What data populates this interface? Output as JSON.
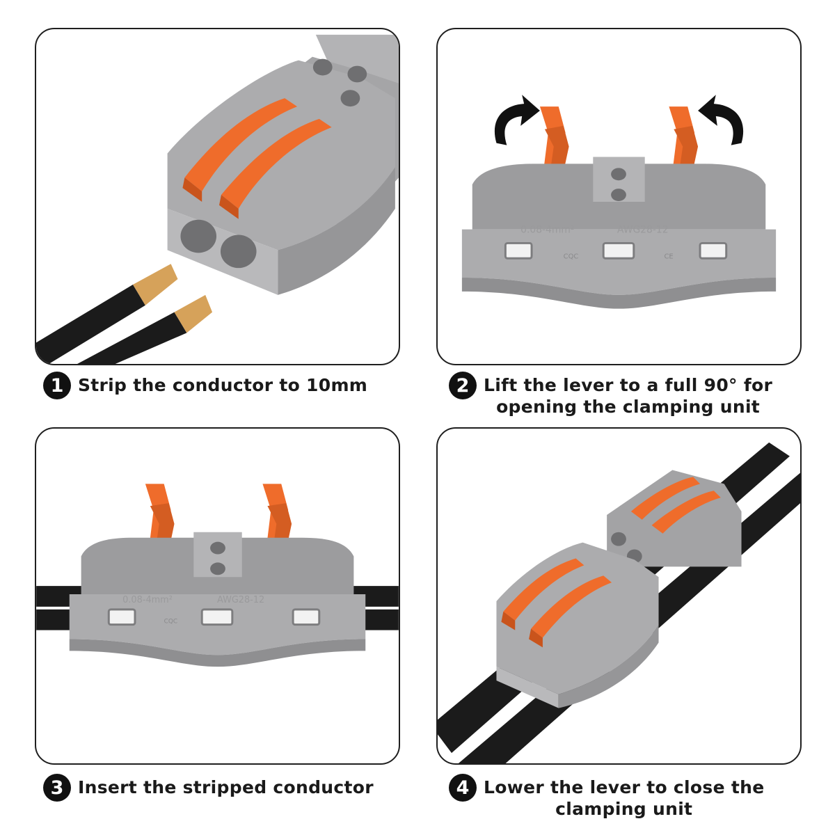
{
  "steps": [
    {
      "number": "1",
      "text": "Strip the conductor to 10mm"
    },
    {
      "number": "2",
      "text_line1": "Lift the lever to a full 90° for",
      "text_line2": "opening the clamping unit"
    },
    {
      "number": "3",
      "text": "Insert the stripped conductor"
    },
    {
      "number": "4",
      "text_line1": "Lower the lever to close the",
      "text_line2": "clamping unit"
    }
  ],
  "connector_marking": {
    "range": "0.08-4mm²",
    "gauge": "AWG28-12",
    "marks": [
      "CQC",
      "CE"
    ]
  },
  "colors": {
    "housing": "#a9a9ab",
    "housing_dark": "#8e8e90",
    "lever": "#ef6c2b",
    "lever_dark": "#c9541c",
    "cable": "#1b1b1b",
    "copper": "#d6a25a",
    "border": "#1f1f1f"
  }
}
